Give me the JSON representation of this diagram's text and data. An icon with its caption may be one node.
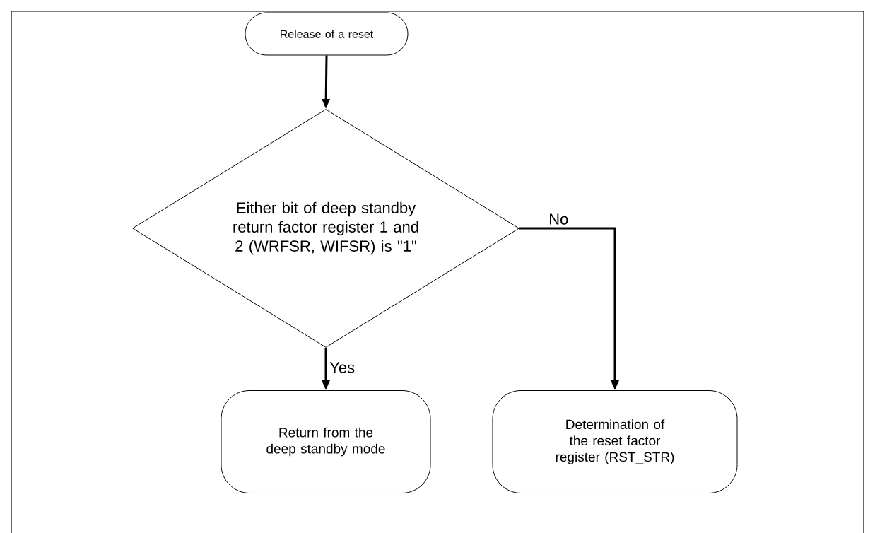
{
  "diagram": {
    "nodes": [
      {
        "text": [
          "Release of a reset"
        ]
      },
      {
        "text": [
          "Either bit of deep standby return factor register 1 and 2 (WRFSR, WIFSR) is \"1\""
        ]
      },
      {
        "text": [
          "Return from the deep standby mode"
        ]
      },
      {
        "text": [
          "Determination of the reset factor register (RST_STR)"
        ]
      }
    ],
    "edges": [
      {
        "from": 0,
        "to": 1,
        "arrow": "to"
      },
      {
        "from": 1,
        "to": 2,
        "arrow": "to",
        "label": "Yes"
      },
      {
        "from": 1,
        "to": 3,
        "arrow": "to",
        "label": "No"
      }
    ]
  }
}
